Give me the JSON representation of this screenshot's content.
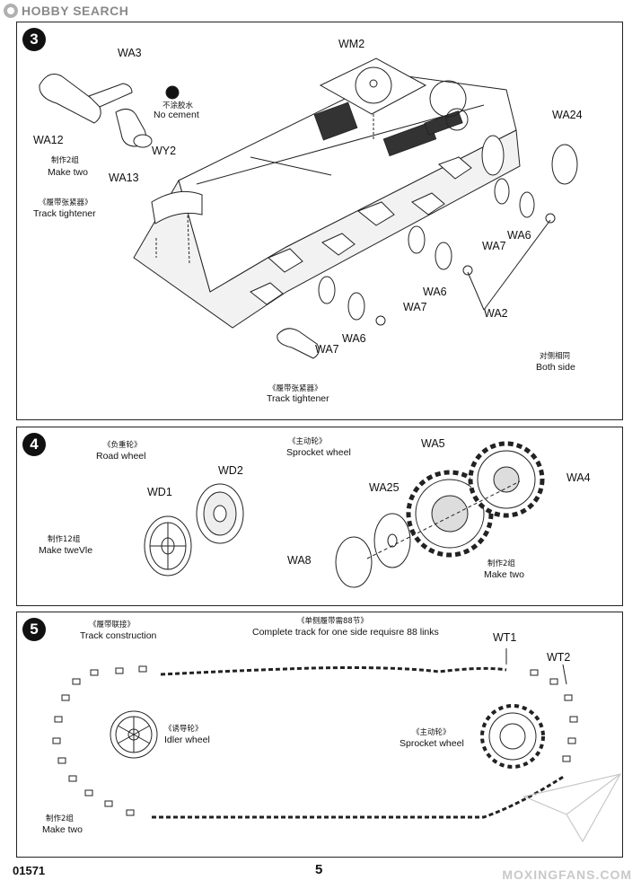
{
  "watermark_top": "HOBBY SEARCH",
  "step3": {
    "number": "3",
    "parts": {
      "wm2": "WM2",
      "wa3": "WA3",
      "wa12": "WA12",
      "wa13": "WA13",
      "wy2": "WY2",
      "wa24": "WA24",
      "wa7_a": "WA7",
      "wa6_a": "WA6",
      "wa6_b": "WA6",
      "wa7_b": "WA7",
      "wa2": "WA2",
      "wa7_c": "WA7",
      "wa6_c": "WA6"
    },
    "no_cement_cn": "不涂胶水",
    "no_cement": "No cement",
    "make_two_cn": "制作2组",
    "make_two": "Make two",
    "tracker_cn_1": "《履带张紧器》",
    "tracker_1": "Track tightener",
    "tracker_cn_2": "《履带张紧器》",
    "tracker_2": "Track tightener",
    "both_side_cn": "对侧相同",
    "both_side": "Both side"
  },
  "step4": {
    "number": "4",
    "road_wheel_cn": "《负重轮》",
    "road_wheel": "Road wheel",
    "sprocket_cn": "《主动轮》",
    "sprocket": "Sprocket wheel",
    "parts": {
      "wd1": "WD1",
      "wd2": "WD2",
      "wa5": "WA5",
      "wa4": "WA4",
      "wa25": "WA25",
      "wa8": "WA8"
    },
    "make_twelve_cn": "制作12组",
    "make_twelve": "Make tweVle",
    "make_two_cn": "制作2组",
    "make_two": "Make two"
  },
  "step5": {
    "number": "5",
    "track_cn": "《履带联接》",
    "track": "Track construction",
    "complete_cn": "《单侧履带需88节》",
    "complete": "Complete track for one side requisre 88 links",
    "parts": {
      "wt1": "WT1",
      "wt2": "WT2"
    },
    "idler_cn": "《诱导轮》",
    "idler": "Idler wheel",
    "sprocket_cn": "《主动轮》",
    "sprocket": "Sprocket wheel",
    "make_two_cn": "制作2组",
    "make_two": "Make two"
  },
  "footer": {
    "code": "01571",
    "page": "5",
    "brand": "MOXINGFANS.COM"
  }
}
